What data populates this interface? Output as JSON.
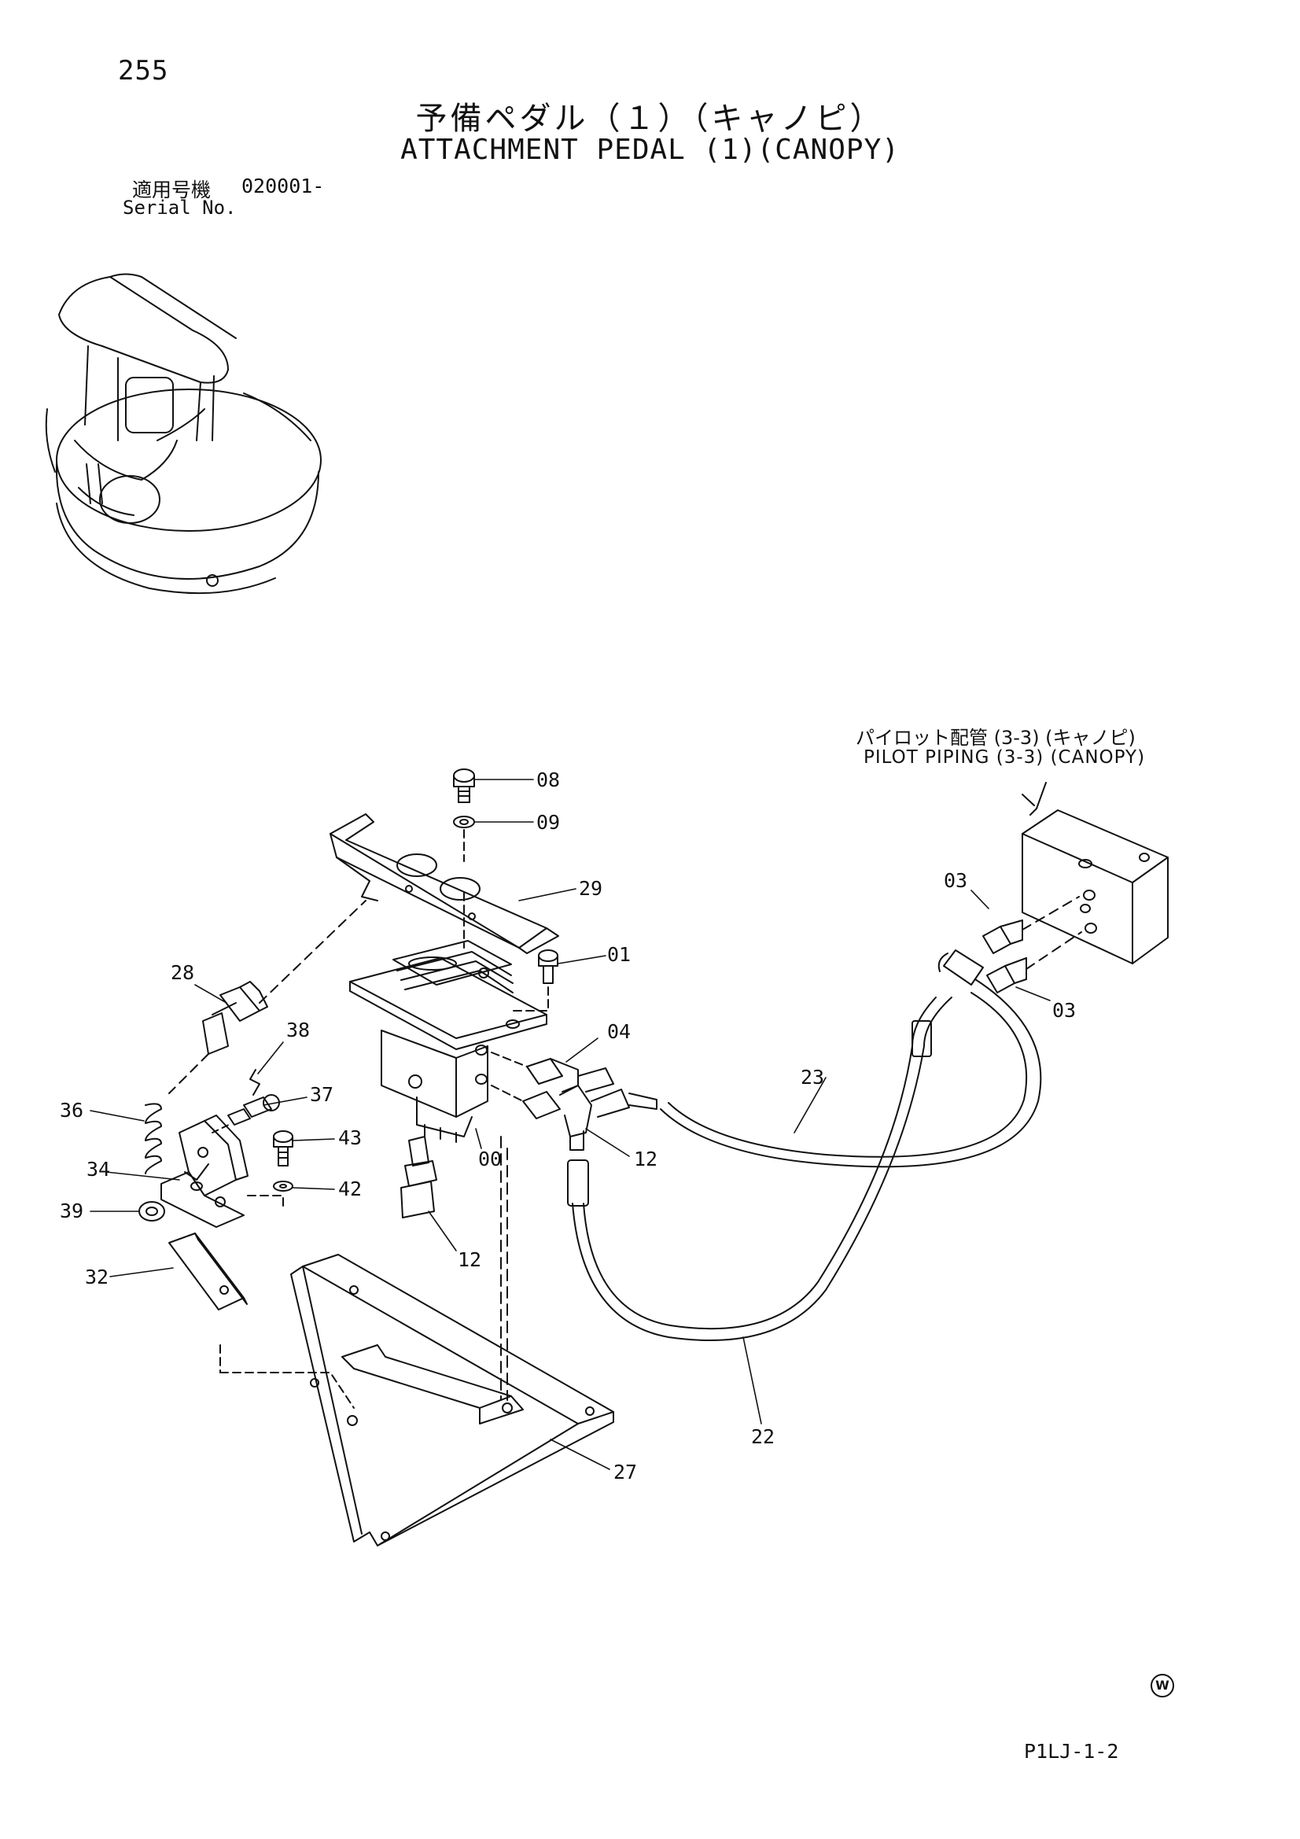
{
  "header": {
    "page_number": "255",
    "title_ja": "予備ペダル（１）（キャノピ）",
    "title_en": "ATTACHMENT PEDAL (1)(CANOPY)",
    "serial_label_ja": "適用号機",
    "serial_value": "020001-",
    "serial_label_en": "Serial No."
  },
  "reference": {
    "label_ja": "パイロット配管 (3-3) (キャノピ)",
    "label_en": "PILOT PIPING (3-3) (CANOPY)"
  },
  "callouts": [
    "08",
    "09",
    "29",
    "01",
    "04",
    "03",
    "03",
    "28",
    "38",
    "37",
    "36",
    "43",
    "00",
    "12",
    "34",
    "42",
    "39",
    "12",
    "32",
    "23",
    "22",
    "27"
  ],
  "footer": {
    "mark": "W",
    "doc_code": "P1LJ-1-2"
  }
}
